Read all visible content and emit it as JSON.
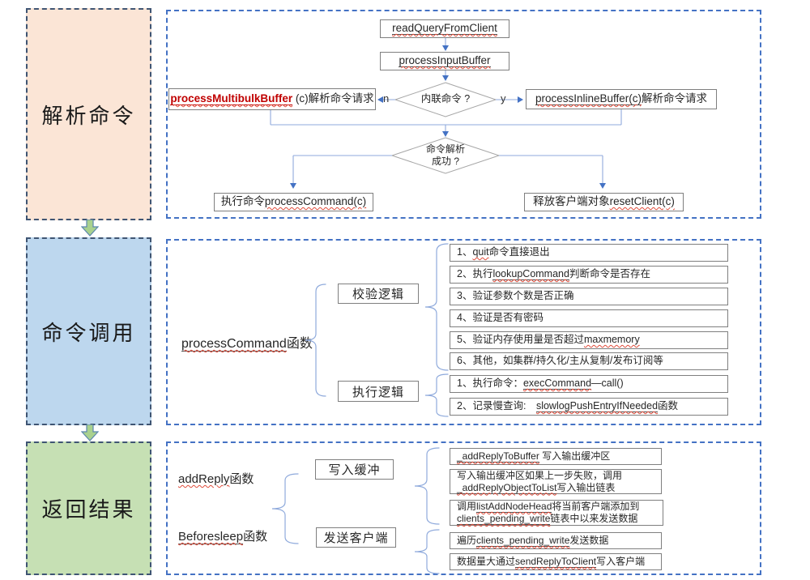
{
  "colors": {
    "parse_bg": "#fbe5d6",
    "invoke_bg": "#bdd7ee",
    "result_bg": "#c6e0b4",
    "sec_border": "#3f5573",
    "panel_border": "#4472c4",
    "line": "#8faadc",
    "arrow": "#4472c4",
    "red": "#c00000",
    "wavy": "#e04b3a",
    "stage_arrow_fill": "#a9d18e",
    "stage_arrow_stroke": "#5b86ae"
  },
  "sections": {
    "parse": "解析命令",
    "invoke": "命令调用",
    "result": "返回结果"
  },
  "panel1": {
    "read_box": [
      [
        [
          "readQueryFromClient",
          "e"
        ]
      ]
    ],
    "input_box": [
      [
        [
          "processInputBuffer",
          "e"
        ]
      ]
    ],
    "decision_inline": [
      [
        [
          "内联命令 ?",
          "p"
        ]
      ]
    ],
    "label_n": "n",
    "label_y": "y",
    "multibulk_box": [
      [
        [
          "processMultibulkBuffer",
          "r"
        ],
        [
          " (c)解析命令请求",
          "p"
        ]
      ]
    ],
    "inline_box": [
      [
        [
          "processInlineBuffer(c)",
          "e"
        ],
        [
          "解析命令请求",
          "p"
        ]
      ]
    ],
    "decision_parse": [
      [
        [
          "命令解析",
          "p"
        ]
      ],
      [
        [
          "成功 ?",
          "p"
        ]
      ]
    ],
    "exec_box": [
      [
        [
          "执行命令",
          "p"
        ],
        [
          "processCommand(c)",
          "w"
        ]
      ]
    ],
    "reset_box": [
      [
        [
          "释放客户端对象",
          "p"
        ],
        [
          "resetClient(c)",
          "w"
        ]
      ]
    ]
  },
  "panel2": {
    "root": [
      [
        [
          "processCommand",
          "e"
        ],
        [
          "函数",
          "p"
        ]
      ]
    ],
    "check_label": [
      [
        [
          "校验逻辑",
          "p"
        ]
      ]
    ],
    "exec_label": [
      [
        [
          "执行逻辑",
          "p"
        ]
      ]
    ],
    "check_items": [
      [
        [
          [
            "1、",
            "p"
          ],
          [
            "quit",
            "w"
          ],
          [
            "命令直接退出",
            "p"
          ]
        ]
      ],
      [
        [
          [
            "2、执行",
            "p"
          ],
          [
            "lookupCommand",
            "e"
          ],
          [
            "判断命令是否存在",
            "p"
          ]
        ]
      ],
      [
        [
          [
            "3、验证参数个数是否正确",
            "p"
          ]
        ]
      ],
      [
        [
          [
            "4、验证是否有密码",
            "p"
          ]
        ]
      ],
      [
        [
          [
            "5、验证内存使用量是否超过",
            "p"
          ],
          [
            "maxmemory",
            "w"
          ]
        ]
      ],
      [
        [
          [
            "6、其他，如集群/持久化/主从复制/发布订阅等",
            "p"
          ]
        ]
      ]
    ],
    "exec_items": [
      [
        [
          [
            "1、执行命令：",
            "p"
          ],
          [
            "execCommand",
            "e"
          ],
          [
            "—call()",
            "p"
          ]
        ]
      ],
      [
        [
          [
            "2、记录慢查询:　",
            "p"
          ],
          [
            "slowlogPushEntryIfNeeded",
            "e"
          ],
          [
            "函数",
            "p"
          ]
        ]
      ]
    ]
  },
  "panel3": {
    "func1": [
      [
        [
          "addReply",
          "w"
        ],
        [
          "函数",
          "p"
        ]
      ]
    ],
    "func2": [
      [
        [
          "Beforesleep",
          "e"
        ],
        [
          "函数",
          "p"
        ]
      ]
    ],
    "buffer_label": [
      [
        [
          "写入缓冲",
          "p"
        ]
      ]
    ],
    "send_label": [
      [
        [
          "发送客户端",
          "p"
        ]
      ]
    ],
    "buffer_items": [
      [
        [
          [
            "_addReplyToBuffer",
            "e"
          ],
          [
            " 写入输出缓冲区",
            "p"
          ]
        ]
      ],
      [
        [
          [
            "写入输出缓冲区如果上一步失败，调用",
            "p"
          ]
        ],
        [
          [
            "_addReplyObjectToList",
            "e"
          ],
          [
            "写入输出链表",
            "p"
          ]
        ]
      ],
      [
        [
          [
            "调用",
            "p"
          ],
          [
            "listAddNodeHead",
            "e"
          ],
          [
            "将当前客户端添加到",
            "p"
          ]
        ],
        [
          [
            "clients_pending_write",
            "e"
          ],
          [
            "链表中以来发送数据",
            "p"
          ]
        ]
      ]
    ],
    "send_items": [
      [
        [
          [
            "遍历",
            "p"
          ],
          [
            "clients_pending_write",
            "e"
          ],
          [
            "发送数据",
            "p"
          ]
        ]
      ],
      [
        [
          [
            "数据量大通过",
            "p"
          ],
          [
            "sendReplyToClient",
            "e"
          ],
          [
            "写入客户端",
            "p"
          ]
        ]
      ]
    ]
  }
}
